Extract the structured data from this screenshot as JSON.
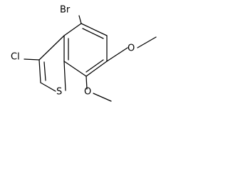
{
  "molecule": {
    "atoms": {
      "br": "Br",
      "cl": "Cl",
      "s": "S",
      "o1": "O",
      "o2": "O"
    }
  },
  "colors": {
    "bond": "#000000",
    "label": "#000000",
    "background": "#ffffff"
  }
}
